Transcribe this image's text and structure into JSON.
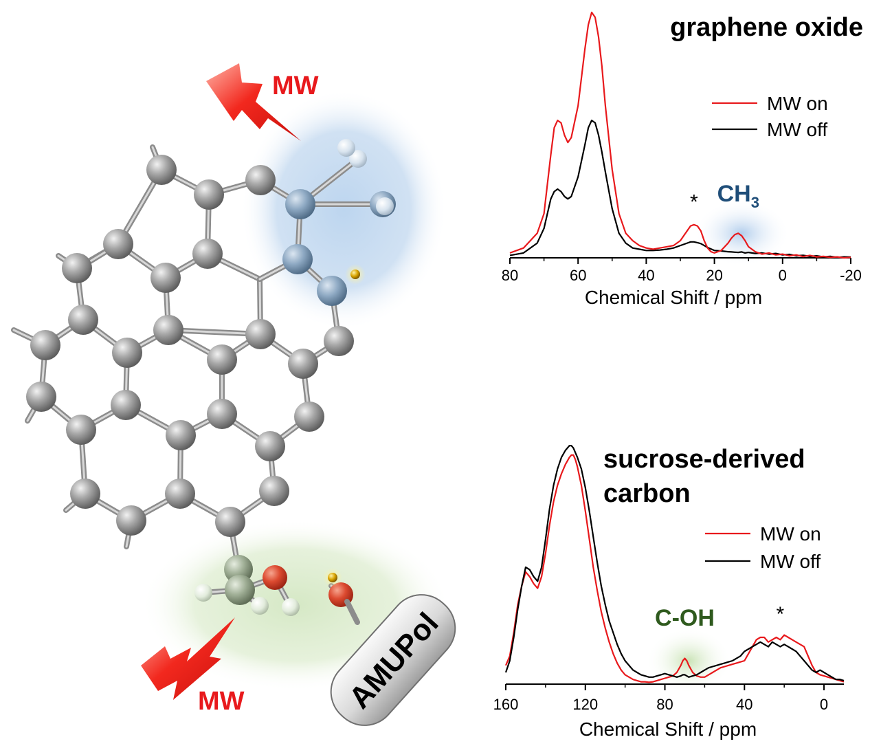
{
  "labels": {
    "mw_top": "MW",
    "mw_bottom": "MW",
    "amupol": "AMUPol"
  },
  "colors": {
    "mw_on": "#e8191c",
    "mw_off": "#000000",
    "ch3_label": "#1f4e79",
    "coh_label": "#2f5a1e",
    "blue_glow": "#9fc3e6",
    "green_glow": "#c7e0b4",
    "atom_grey": "#9a9a9a",
    "oxygen": "#d9402a",
    "electron": "#c99400"
  },
  "chart_data": [
    {
      "type": "line",
      "title": "graphene oxide",
      "xlabel": "Chemical Shift / ppm",
      "xlim": [
        80,
        -20
      ],
      "xticks": [
        80,
        60,
        40,
        20,
        0,
        -20
      ],
      "xtick_labels": [
        "80",
        "60",
        "40",
        "20",
        "0",
        "-20"
      ],
      "legend": "top-right",
      "annotations": {
        "star": "*",
        "peak_label": "CH",
        "peak_sub": "3"
      },
      "series": [
        {
          "name": "MW on",
          "color": "#e8191c",
          "x": [
            80,
            76,
            72,
            70,
            68,
            67,
            66,
            65,
            64,
            63,
            62,
            60,
            58,
            57,
            56,
            55,
            54,
            53,
            52,
            50,
            48,
            46,
            44,
            42,
            40,
            38,
            36,
            34,
            32,
            30,
            28,
            27,
            26,
            25,
            24,
            23,
            22,
            21,
            20,
            18,
            16,
            15,
            14,
            13,
            12,
            11,
            10,
            8,
            6,
            4,
            2,
            0,
            -2,
            -4,
            -6,
            -8,
            -10,
            -12,
            -14,
            -16,
            -18,
            -20
          ],
          "y": [
            0.02,
            0.04,
            0.1,
            0.18,
            0.42,
            0.53,
            0.56,
            0.55,
            0.5,
            0.47,
            0.49,
            0.62,
            0.85,
            0.95,
            1.0,
            0.98,
            0.9,
            0.78,
            0.62,
            0.36,
            0.18,
            0.1,
            0.07,
            0.05,
            0.04,
            0.035,
            0.04,
            0.045,
            0.05,
            0.07,
            0.11,
            0.13,
            0.135,
            0.13,
            0.11,
            0.07,
            0.04,
            0.025,
            0.02,
            0.03,
            0.06,
            0.08,
            0.095,
            0.1,
            0.09,
            0.07,
            0.045,
            0.025,
            0.015,
            0.02,
            0.012,
            0.015,
            0.008,
            0.012,
            0.005,
            0.01,
            0.004,
            0.006,
            0.002,
            0.004,
            0.0,
            0.002
          ]
        },
        {
          "name": "MW off",
          "color": "#000000",
          "x": [
            80,
            76,
            72,
            70,
            68,
            67,
            66,
            65,
            64,
            63,
            62,
            60,
            58,
            57,
            56,
            55,
            54,
            53,
            52,
            50,
            48,
            46,
            44,
            42,
            40,
            38,
            36,
            34,
            32,
            30,
            28,
            27,
            26,
            25,
            24,
            23,
            22,
            21,
            20,
            18,
            16,
            15,
            14,
            13,
            12,
            11,
            10,
            8,
            6,
            4,
            2,
            0,
            -2,
            -4,
            -6,
            -8,
            -10,
            -12,
            -14,
            -16,
            -18,
            -20
          ],
          "y": [
            0.01,
            0.02,
            0.06,
            0.12,
            0.24,
            0.27,
            0.28,
            0.27,
            0.25,
            0.24,
            0.25,
            0.33,
            0.46,
            0.53,
            0.56,
            0.55,
            0.5,
            0.43,
            0.35,
            0.2,
            0.1,
            0.06,
            0.04,
            0.035,
            0.03,
            0.03,
            0.032,
            0.035,
            0.04,
            0.05,
            0.06,
            0.065,
            0.065,
            0.062,
            0.058,
            0.05,
            0.042,
            0.036,
            0.03,
            0.028,
            0.025,
            0.024,
            0.023,
            0.022,
            0.024,
            0.02,
            0.022,
            0.018,
            0.02,
            0.015,
            0.018,
            0.012,
            0.014,
            0.008,
            0.01,
            0.006,
            0.008,
            0.004,
            0.006,
            0.002,
            0.004,
            0.003
          ]
        }
      ]
    },
    {
      "type": "line",
      "title": "sucrose-derived carbon",
      "title_lines": [
        "sucrose-derived",
        "carbon"
      ],
      "xlabel": "Chemical Shift / ppm",
      "xlim": [
        160,
        -10
      ],
      "xticks": [
        160,
        120,
        80,
        40,
        0
      ],
      "xtick_labels": [
        "160",
        "120",
        "80",
        "40",
        "0"
      ],
      "legend": "right",
      "annotations": {
        "star": "*",
        "peak_label": "C-OH"
      },
      "series": [
        {
          "name": "MW on",
          "color": "#e8191c",
          "x": [
            160,
            158,
            156,
            154,
            152,
            150,
            148,
            146,
            144,
            142,
            140,
            138,
            136,
            134,
            132,
            130,
            128,
            127,
            126,
            125,
            124,
            122,
            120,
            118,
            116,
            114,
            112,
            110,
            108,
            106,
            104,
            102,
            100,
            98,
            96,
            94,
            92,
            90,
            88,
            86,
            84,
            82,
            80,
            78,
            76,
            74,
            72,
            71,
            70,
            69,
            68,
            66,
            64,
            62,
            60,
            58,
            56,
            54,
            52,
            50,
            48,
            46,
            44,
            42,
            40,
            38,
            36,
            34,
            32,
            30,
            28,
            26,
            24,
            22,
            20,
            18,
            16,
            14,
            12,
            10,
            8,
            6,
            4,
            2,
            0,
            -2,
            -4,
            -6,
            -8,
            -10
          ],
          "y": [
            0.08,
            0.12,
            0.22,
            0.34,
            0.42,
            0.48,
            0.46,
            0.43,
            0.41,
            0.46,
            0.56,
            0.68,
            0.78,
            0.85,
            0.9,
            0.94,
            0.97,
            0.98,
            0.98,
            0.96,
            0.93,
            0.85,
            0.74,
            0.62,
            0.5,
            0.4,
            0.31,
            0.24,
            0.18,
            0.13,
            0.09,
            0.06,
            0.04,
            0.03,
            0.02,
            0.015,
            0.01,
            0.01,
            0.008,
            0.01,
            0.015,
            0.02,
            0.025,
            0.03,
            0.035,
            0.05,
            0.08,
            0.1,
            0.11,
            0.1,
            0.08,
            0.05,
            0.035,
            0.03,
            0.03,
            0.04,
            0.05,
            0.06,
            0.07,
            0.075,
            0.08,
            0.085,
            0.09,
            0.095,
            0.1,
            0.13,
            0.16,
            0.19,
            0.2,
            0.2,
            0.18,
            0.19,
            0.2,
            0.19,
            0.21,
            0.2,
            0.19,
            0.18,
            0.17,
            0.16,
            0.12,
            0.08,
            0.05,
            0.04,
            0.035,
            0.03,
            0.025,
            0.02,
            0.015,
            0.01
          ]
        },
        {
          "name": "MW off",
          "color": "#000000",
          "x": [
            160,
            158,
            156,
            154,
            152,
            150,
            148,
            146,
            144,
            142,
            140,
            138,
            136,
            134,
            132,
            130,
            128,
            127,
            126,
            125,
            124,
            122,
            120,
            118,
            116,
            114,
            112,
            110,
            108,
            106,
            104,
            102,
            100,
            98,
            96,
            94,
            92,
            90,
            88,
            86,
            84,
            82,
            80,
            78,
            76,
            74,
            72,
            71,
            70,
            69,
            68,
            66,
            64,
            62,
            60,
            58,
            56,
            54,
            52,
            50,
            48,
            46,
            44,
            42,
            40,
            38,
            36,
            34,
            32,
            30,
            28,
            26,
            24,
            22,
            20,
            18,
            16,
            14,
            12,
            10,
            8,
            6,
            4,
            2,
            0,
            -2,
            -4,
            -6,
            -8,
            -10
          ],
          "y": [
            0.05,
            0.1,
            0.2,
            0.32,
            0.42,
            0.5,
            0.49,
            0.46,
            0.44,
            0.5,
            0.62,
            0.75,
            0.85,
            0.92,
            0.97,
            1.0,
            1.02,
            1.02,
            1.01,
            0.99,
            0.97,
            0.92,
            0.84,
            0.74,
            0.63,
            0.52,
            0.42,
            0.34,
            0.27,
            0.22,
            0.17,
            0.13,
            0.1,
            0.08,
            0.06,
            0.05,
            0.04,
            0.035,
            0.03,
            0.03,
            0.035,
            0.04,
            0.045,
            0.04,
            0.035,
            0.03,
            0.035,
            0.04,
            0.04,
            0.035,
            0.03,
            0.035,
            0.04,
            0.05,
            0.06,
            0.07,
            0.075,
            0.08,
            0.085,
            0.09,
            0.095,
            0.1,
            0.11,
            0.12,
            0.14,
            0.15,
            0.16,
            0.17,
            0.18,
            0.17,
            0.16,
            0.18,
            0.17,
            0.16,
            0.17,
            0.16,
            0.15,
            0.14,
            0.12,
            0.1,
            0.08,
            0.06,
            0.05,
            0.06,
            0.05,
            0.04,
            0.03,
            0.02,
            0.02,
            0.015
          ]
        }
      ]
    }
  ]
}
